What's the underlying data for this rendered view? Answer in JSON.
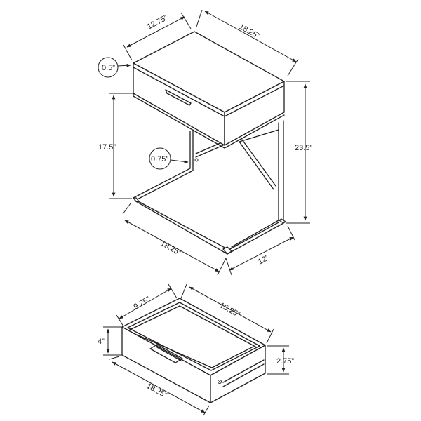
{
  "side_table": {
    "top_width": "12.75”",
    "top_depth": "18.25”",
    "top_thickness": "0.5”",
    "table_height": "23.5”",
    "drawer_clearance": "17.5”",
    "frame_tube": "0.75”",
    "base_length": "18.25”",
    "base_width": "12”"
  },
  "drawer": {
    "width": "9.25”",
    "depth": "15.25”",
    "height": "4”",
    "inner_height": "2.75”",
    "length": "18.25”"
  }
}
